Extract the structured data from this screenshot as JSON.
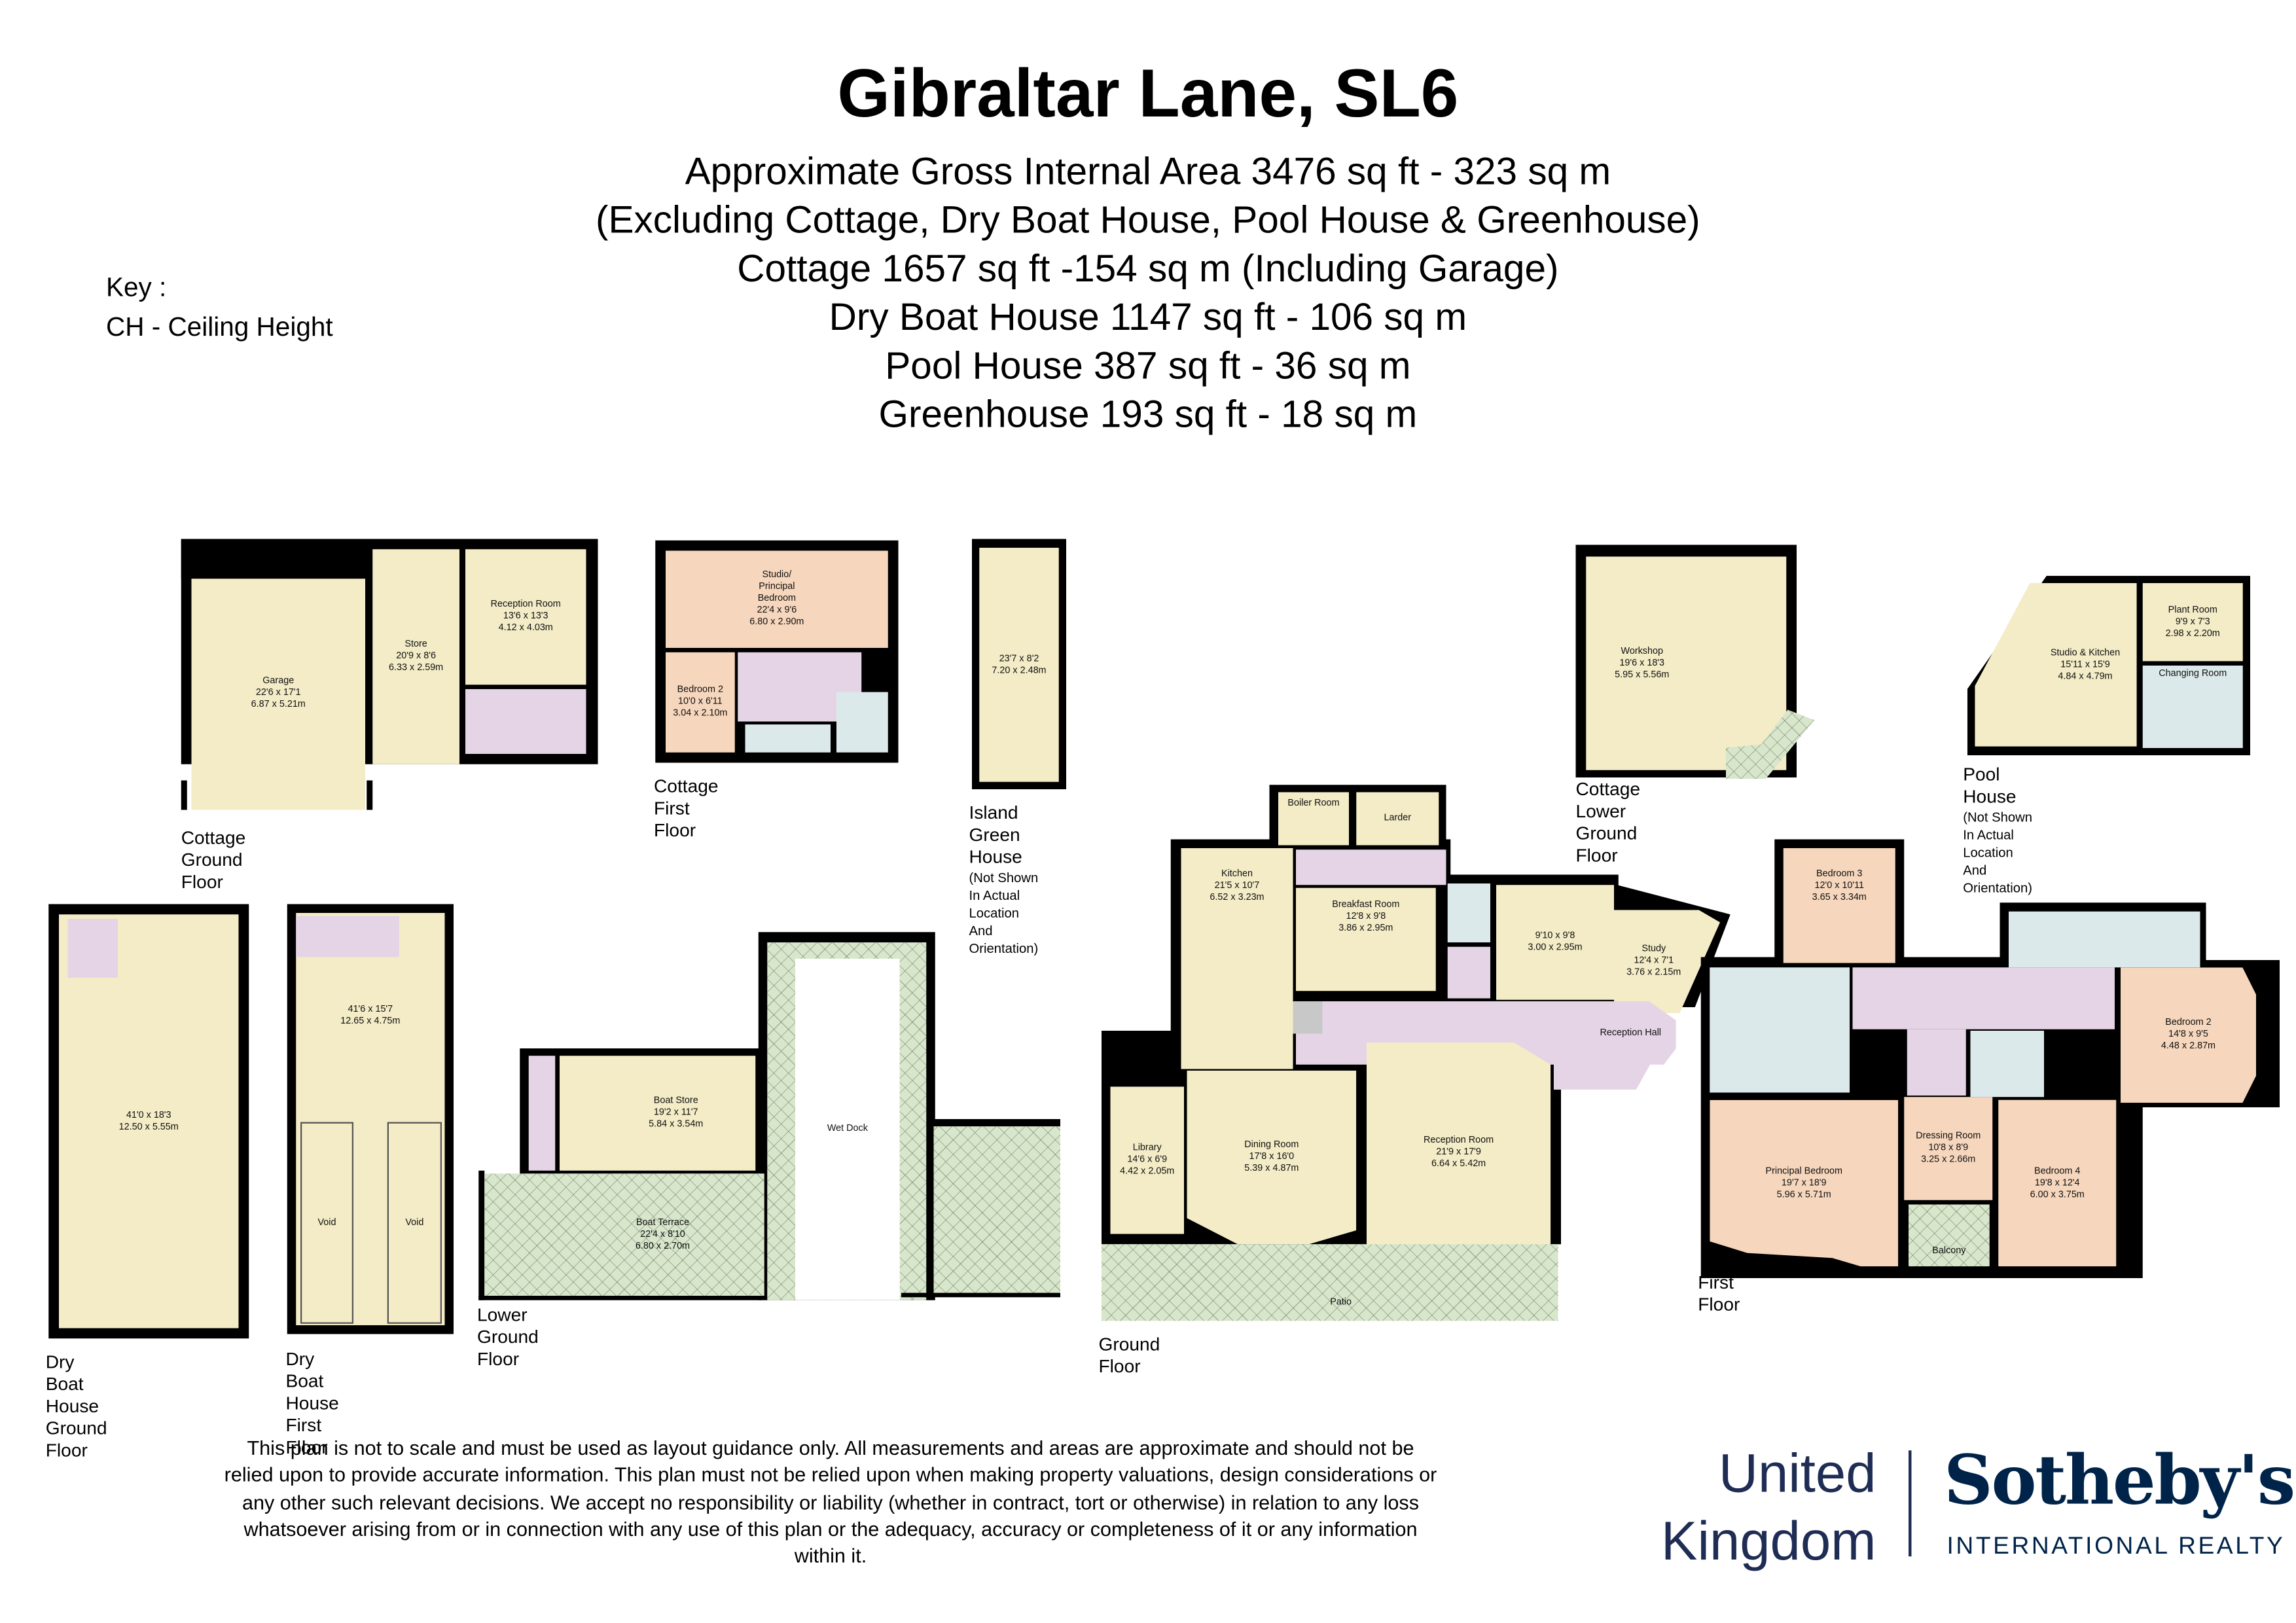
{
  "header": {
    "title": "Gibraltar Lane, SL6",
    "lines": [
      "Approximate Gross Internal Area 3476 sq ft - 323 sq m",
      "(Excluding Cottage, Dry Boat House, Pool House & Greenhouse)",
      "Cottage 1657 sq ft -154 sq m (Including Garage)",
      "Dry Boat House 1147 sq ft - 106 sq m",
      "Pool House 387 sq ft - 36 sq m",
      "Greenhouse 193 sq ft - 18 sq m"
    ]
  },
  "key": {
    "title": "Key :",
    "items": [
      "CH - Ceiling Height"
    ]
  },
  "colors": {
    "wall": "#000000",
    "living": "#f3ecc7",
    "bedroom": "#f6d7bd",
    "circulation": "#e5d4e6",
    "bathroom": "#dce9ea",
    "outdoor": "#d8e6cc",
    "brand": "#002349"
  },
  "plans": {
    "cottage_ground": {
      "caption": [
        "Cottage",
        "Ground Floor"
      ],
      "rooms": [
        {
          "name": "Garage",
          "imperial": "22'6 x 17'1",
          "metric": "6.87 x 5.21m"
        },
        {
          "name": "Store",
          "imperial": "20'9 x 8'6",
          "metric": "6.33 x 2.59m"
        },
        {
          "name": "Reception Room",
          "imperial": "13'6 x 13'3",
          "metric": "4.12 x 4.03m"
        }
      ]
    },
    "cottage_first": {
      "caption": [
        "Cottage",
        "First Floor"
      ],
      "rooms": [
        {
          "name": "Studio/ Principal Bedroom",
          "imperial": "22'4 x 9'6",
          "metric": "6.80 x 2.90m"
        },
        {
          "name": "Bedroom 2",
          "imperial": "10'0 x 6'11",
          "metric": "3.04 x 2.10m"
        }
      ]
    },
    "greenhouse": {
      "caption": [
        "Island",
        "Green House"
      ],
      "note": [
        "(Not Shown In Actual",
        "Location And Orientation)"
      ],
      "rooms": [
        {
          "imperial": "23'7 x 8'2",
          "metric": "7.20 x 2.48m"
        }
      ]
    },
    "cottage_lower": {
      "caption": [
        "Cottage",
        "Lower Ground Floor"
      ],
      "rooms": [
        {
          "name": "Workshop",
          "imperial": "19'6 x 18'3",
          "metric": "5.95 x 5.56m"
        }
      ]
    },
    "pool_house": {
      "caption": [
        "Pool House"
      ],
      "note": [
        "(Not Shown In Actual",
        "Location And Orientation)"
      ],
      "rooms": [
        {
          "name": "Studio & Kitchen",
          "imperial": "15'11 x 15'9",
          "metric": "4.84 x 4.79m"
        },
        {
          "name": "Plant Room",
          "imperial": "9'9 x 7'3",
          "metric": "2.98 x 2.20m"
        },
        {
          "name": "Changing Room"
        }
      ]
    },
    "dry_boat_ground": {
      "caption": [
        "Dry Boat House",
        "Ground Floor"
      ],
      "rooms": [
        {
          "imperial": "41'0 x 18'3",
          "metric": "12.50 x 5.55m"
        }
      ]
    },
    "dry_boat_first": {
      "caption": [
        "Dry Boat House",
        "First Floor"
      ],
      "rooms": [
        {
          "imperial": "41'6 x 15'7",
          "metric": "12.65 x 4.75m"
        },
        {
          "name": "Void"
        },
        {
          "name": "Void"
        }
      ]
    },
    "lower_ground": {
      "caption": [
        "Lower Ground Floor"
      ],
      "rooms": [
        {
          "name": "Boat Store",
          "imperial": "19'2 x 11'7",
          "metric": "5.84 x 3.54m"
        },
        {
          "name": "Boat Terrace",
          "imperial": "22'4 x 8'10",
          "metric": "6.80 x 2.70m"
        },
        {
          "name": "Wet Dock"
        }
      ]
    },
    "ground": {
      "caption": [
        "Ground Floor"
      ],
      "rooms": [
        {
          "name": "Boiler Room"
        },
        {
          "name": "Larder"
        },
        {
          "name": "Kitchen",
          "imperial": "21'5 x 10'7",
          "metric": "6.52 x 3.23m"
        },
        {
          "name": "Breakfast Room",
          "imperial": "12'8 x 9'8",
          "metric": "3.86 x 2.95m"
        },
        {
          "imperial": "9'10 x 9'8",
          "metric": "3.00 x 2.95m"
        },
        {
          "name": "Study",
          "imperial": "12'4 x 7'1",
          "metric": "3.76 x 2.15m"
        },
        {
          "name": "Reception Hall"
        },
        {
          "name": "Library",
          "imperial": "14'6 x 6'9",
          "metric": "4.42 x 2.05m"
        },
        {
          "name": "Dining Room",
          "imperial": "17'8 x 16'0",
          "metric": "5.39 x 4.87m"
        },
        {
          "name": "Reception Room",
          "imperial": "21'9 x 17'9",
          "metric": "6.64 x 5.42m"
        },
        {
          "name": "Patio"
        }
      ]
    },
    "first": {
      "caption": [
        "First Floor"
      ],
      "rooms": [
        {
          "name": "Bedroom 3",
          "imperial": "12'0 x 10'11",
          "metric": "3.65 x 3.34m"
        },
        {
          "name": "Bedroom 2",
          "imperial": "14'8 x 9'5",
          "metric": "4.48 x 2.87m"
        },
        {
          "name": "Principal Bedroom",
          "imperial": "19'7 x 18'9",
          "metric": "5.96 x 5.71m"
        },
        {
          "name": "Dressing Room",
          "imperial": "10'8 x 8'9",
          "metric": "3.25 x 2.66m"
        },
        {
          "name": "Bedroom 4",
          "imperial": "19'8 x 12'4",
          "metric": "6.00 x 3.75m"
        },
        {
          "name": "Balcony"
        }
      ]
    }
  },
  "disclaimer": "This plan is not to scale and must be used as layout guidance only. All measurements and areas are approximate and should not be relied upon to provide accurate information. This plan must not be relied upon when making property valuations, design considerations or any other such relevant decisions. We accept no responsibility or liability (whether in contract, tort or otherwise) in relation to any loss whatsoever arising from or in connection with any use of this plan or the adequacy, accuracy or completeness of it or any information within it.",
  "branding": {
    "region": "United Kingdom",
    "brand": "Sotheby's",
    "tagline": "INTERNATIONAL REALTY"
  }
}
